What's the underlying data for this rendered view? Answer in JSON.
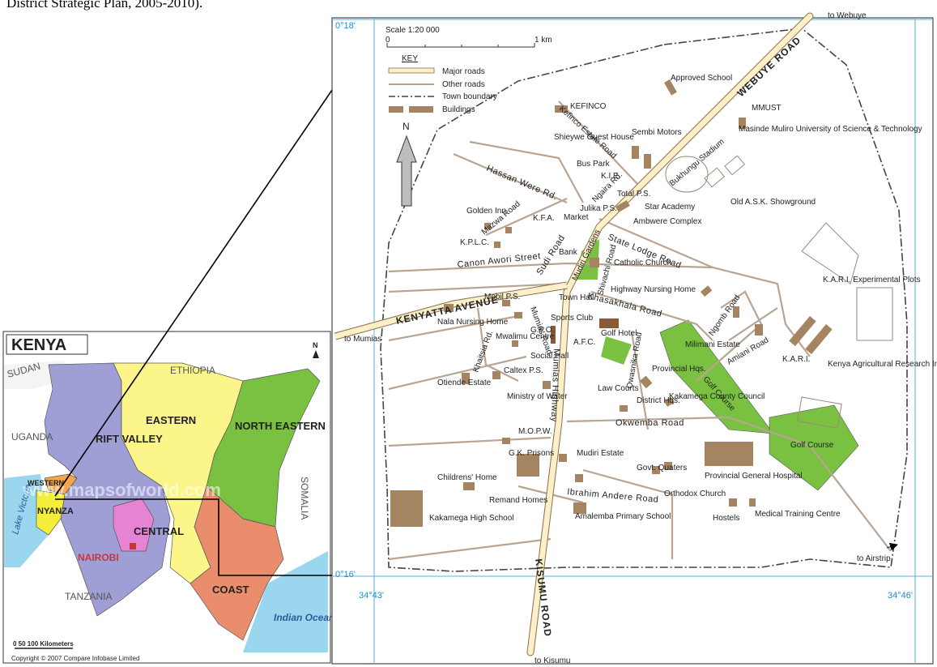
{
  "caption": "District Strategic Plan, 2005-2010).",
  "kenya_map": {
    "title": "KENYA",
    "north": "N",
    "countries": [
      "SUDAN",
      "ETHIOPIA",
      "UGANDA",
      "SOMALIA",
      "TANZANIA"
    ],
    "provinces": [
      "RIFT VALLEY",
      "EASTERN",
      "NORTH EASTERN",
      "WESTERN",
      "NYANZA",
      "CENTRAL",
      "NAIROBI",
      "COAST"
    ],
    "water": [
      "Lake Victoria",
      "Indian Ocean"
    ],
    "watermark": "www.mapsofworld.com",
    "scale": "0     50    100 Kilometers",
    "copyright": "Copyright © 2007 Compare Infobase Limited",
    "colors": {
      "rift": "#9f9fd6",
      "eastern": "#fbf58a",
      "north_eastern": "#7ac142",
      "western": "#f3a64a",
      "nyanza": "#f4ee3a",
      "central": "#e683d2",
      "coast": "#ea8d6c",
      "water": "#9ad7ef"
    }
  },
  "town_map": {
    "scale_title": "Scale 1:20 000",
    "scale_start": "0",
    "scale_end": "1 km",
    "key": {
      "title": "KEY",
      "items": [
        "Major roads",
        "Other roads",
        "Town boundary",
        "Buildings"
      ]
    },
    "north": "N",
    "coords": {
      "top_lat": "0°18'",
      "bottom_lat": "0°16'",
      "left_lon": "34°43'",
      "right_lon": "34°46'"
    },
    "destinations": {
      "webuye": "to Webuye",
      "mumias": "to Mumias",
      "kisumu": "to Kisumu",
      "airstrip": "to Airstrip"
    },
    "roads": {
      "webuye_road": "WEBUYE ROAD",
      "kenyatta": "KENYATTA AVENUE",
      "kisumu_road": "KISUMU ROAD",
      "highway": "Mumias  Highway",
      "canon": "Canon Awori Street",
      "state_lodge": "State Lodge Road",
      "hassan": "Hassan Were Rd.",
      "kefinco_estate": "Kefinco Estate Road",
      "sudi": "Sudi Road",
      "mudiri": "Mudiri Gardens",
      "mumias_rd": "Mumias Road",
      "shivachi": "Shivachi Road",
      "khasakhala": "Khasakhala Road",
      "owasnika": "Owasnika Road",
      "okwemba": "Okwemba Road",
      "andere": "Ibrahim Andere Road",
      "amiani": "Amiani Road",
      "ngomb": "Ngomb Road",
      "khaitsia": "Khaitsia Rd.",
      "ngaira": "Ngaira Rd.",
      "mazwa": "Mazwa Road"
    },
    "places": [
      "Approved School",
      "KEFINCO",
      "MMUST",
      "Masinde Muliro University of Science & Technology",
      "Sembi Motors",
      "Shieywe Guest House",
      "Bus Park",
      "K.I.E.",
      "Bukhungu Stadium",
      "Total P.S.",
      "Star Academy",
      "Julika P.S.",
      "Market",
      "Old A.S.K. Showground",
      "Golden Inn",
      "K.F.A.",
      "Ambwere Complex",
      "K.P.L.C.",
      "Bank",
      "Catholic Church",
      "K.A.R.I. Experimental Plots",
      "Highway Nursing Home",
      "Mobil P.S.",
      "Town Hall",
      "Nala Nursing Home",
      "Sports Club",
      "Golf Hotel",
      "Milimani Estate",
      "K.A.R.I.",
      "Kenya Agricultural Research Institute",
      "Mwalimu Centre",
      "G.P.O.",
      "A.F.C.",
      "Social Hall",
      "Caltex P.S.",
      "Otiende Estate",
      "Provincial Hqs.",
      "Golf Course",
      "Ministry of Water",
      "Law Courts",
      "District Hqs.",
      "Kakamega County Council",
      "M.O.P.W.",
      "G.K. Prisons",
      "Mudiri Estate",
      "Govt. Quaters",
      "Provincial General Hospital",
      "Childrens' Home",
      "Remand Homes",
      "Orthodox Church",
      "Hostels",
      "Medical Training Centre",
      "Kakamega High School",
      "Amalemba Primary School",
      "Golf Course"
    ]
  }
}
